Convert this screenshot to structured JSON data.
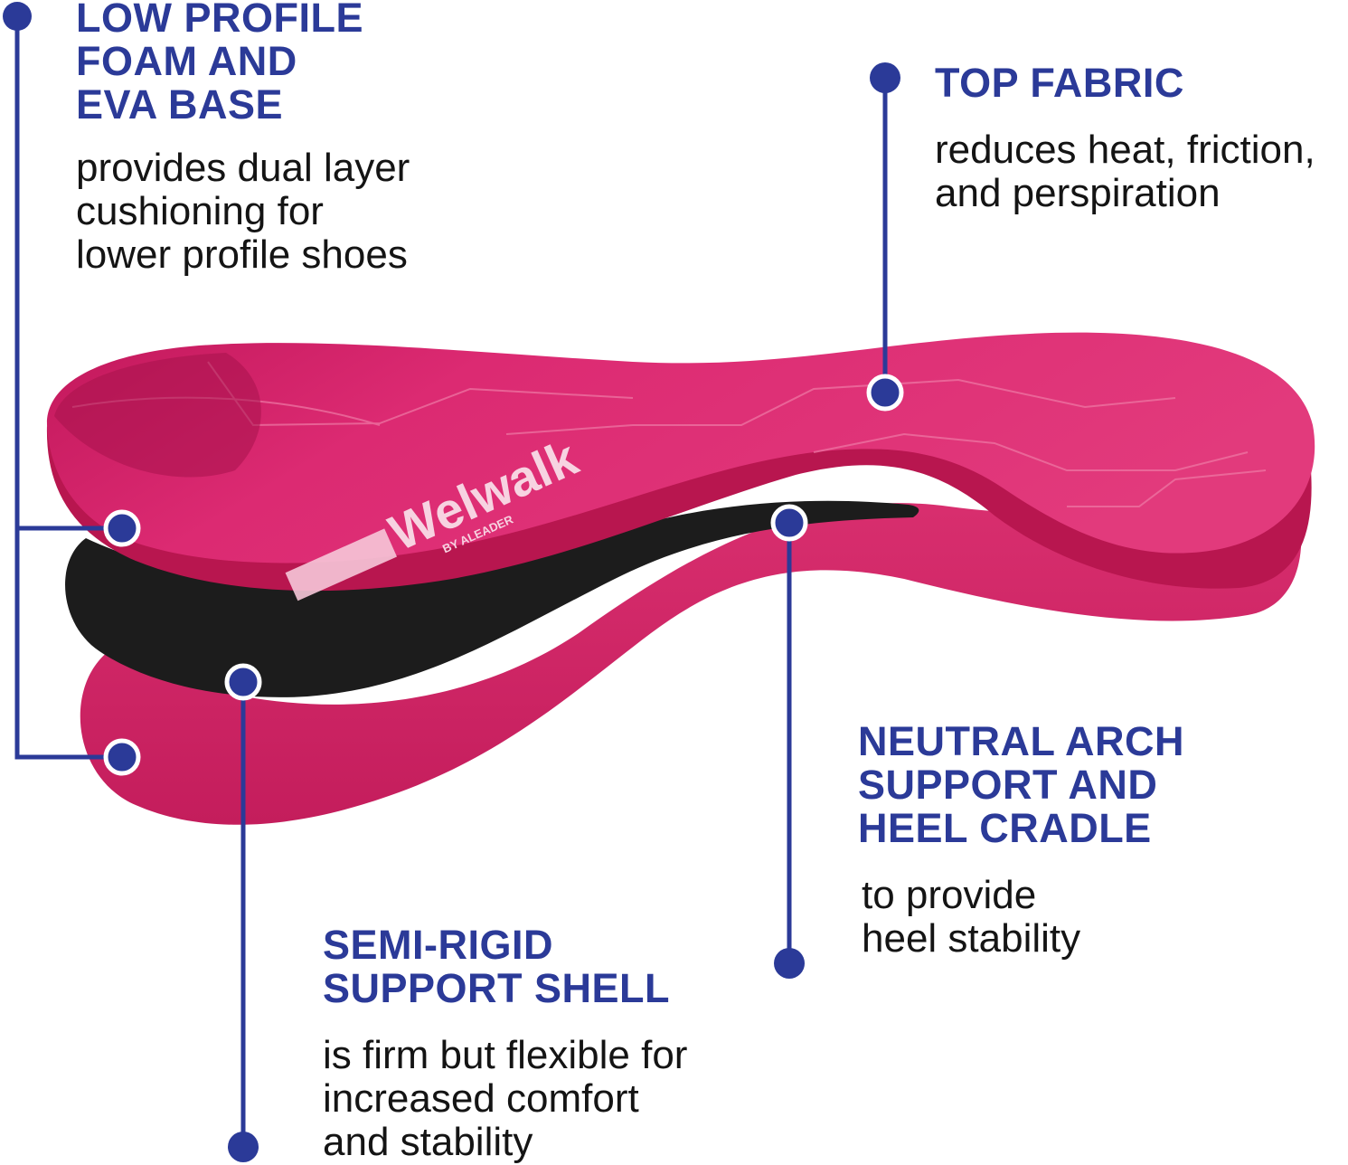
{
  "callouts": {
    "foam": {
      "title": "LOW PROFILE\nFOAM AND\nEVA BASE",
      "text": "provides dual layer\ncushioning for\nlower profile shoes"
    },
    "top_fabric": {
      "title": "TOP FABRIC",
      "text": "reduces heat, friction,\nand perspiration"
    },
    "arch": {
      "title": "NEUTRAL ARCH\nSUPPORT AND\nHEEL CRADLE",
      "text": "to provide\nheel stability"
    },
    "shell": {
      "title": "SEMI-RIGID\nSUPPORT SHELL",
      "text": "is firm but flexible for\nincreased comfort\nand stability"
    }
  },
  "insole": {
    "brand_logo": "Welwalk",
    "brand_sub": "BY ALEADER"
  },
  "colors": {
    "accent_blue": "#2b3a98",
    "insole_pink": "#d8246a",
    "insole_dark_pink": "#b01650",
    "shell_black": "#1c1c1c"
  }
}
